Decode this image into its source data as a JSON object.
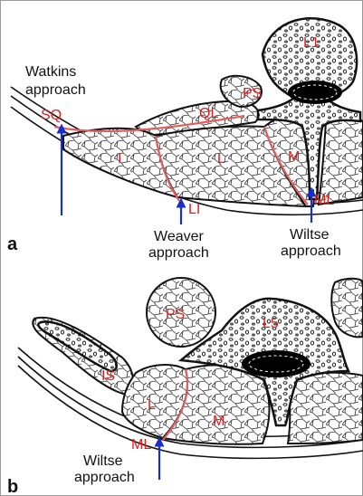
{
  "panels": {
    "a": {
      "panel_label": "a",
      "vertebra_label": "L1",
      "muscle_labels": {
        "psoas": "PS",
        "quadratus": "QL",
        "multifidus": "M",
        "iliocostalis": "I",
        "longissimus": "L",
        "subcutaneous": "SQ",
        "lateral_interval": "LI",
        "medial_interval": "ML"
      },
      "approach_labels": {
        "watkins_line1": "Watkins",
        "watkins_line2": "approach",
        "weaver_line1": "Weaver",
        "weaver_line2": "approach",
        "wiltse_line1": "Wiltse",
        "wiltse_line2": "approach"
      }
    },
    "b": {
      "panel_label": "b",
      "vertebra_label": "L5",
      "muscle_labels": {
        "psoas": "PS",
        "iliac": "IS",
        "longissimus": "L",
        "multifidus": "M",
        "medial_interval": "ML"
      },
      "approach_labels": {
        "wiltse_line1": "Wiltse",
        "wiltse_line2": "approach"
      }
    }
  },
  "colors": {
    "label_red": "#e11d1d",
    "interval_line": "#e06060",
    "arrow_blue": "#1a2ec8",
    "outline": "#111111"
  }
}
